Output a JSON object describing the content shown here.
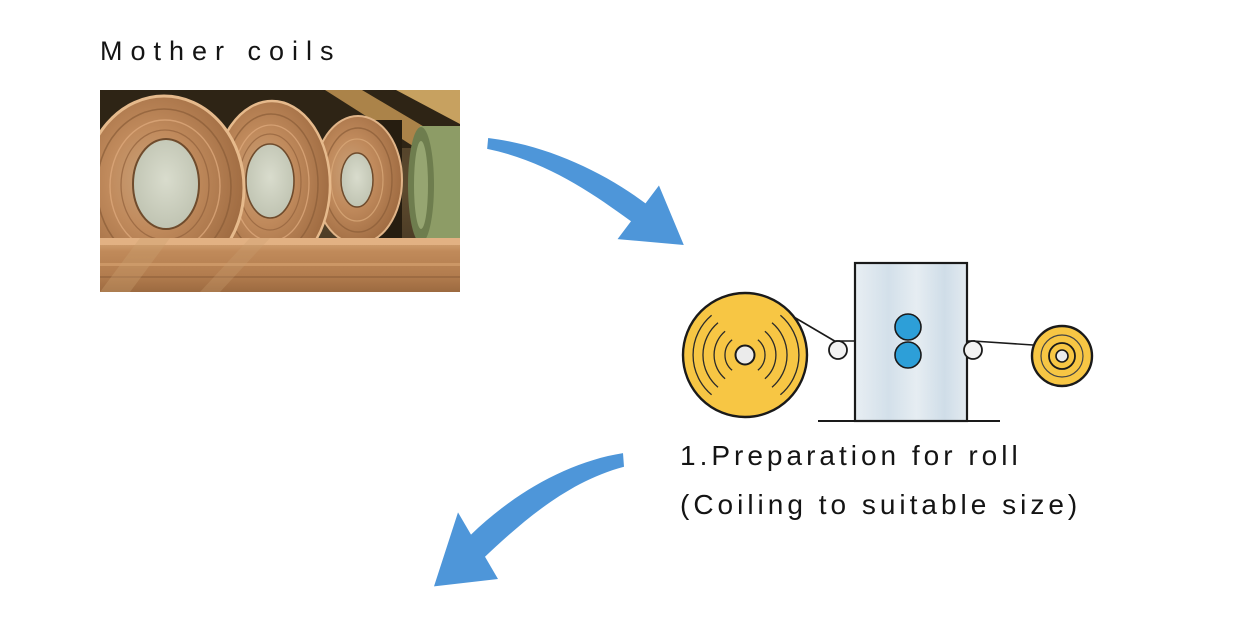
{
  "labels": {
    "mother_coils": "Mother coils",
    "step1_line1": "1.Preparation for roll",
    "step1_line2": "(Coiling to suitable size)"
  },
  "icons": {
    "arrow_top": "curved-arrow-down-right",
    "arrow_bottom": "curved-arrow-down-left",
    "diagram": "coil-preparation-machine"
  },
  "colors": {
    "arrow": "#4e96d9",
    "coil_yellow": "#f7c644",
    "coil_center": "#ebebeb",
    "roller_blue": "#2d9fd8",
    "machine_fill": "#dfe9f0",
    "outline": "#1a1a1a",
    "text": "#141414"
  }
}
